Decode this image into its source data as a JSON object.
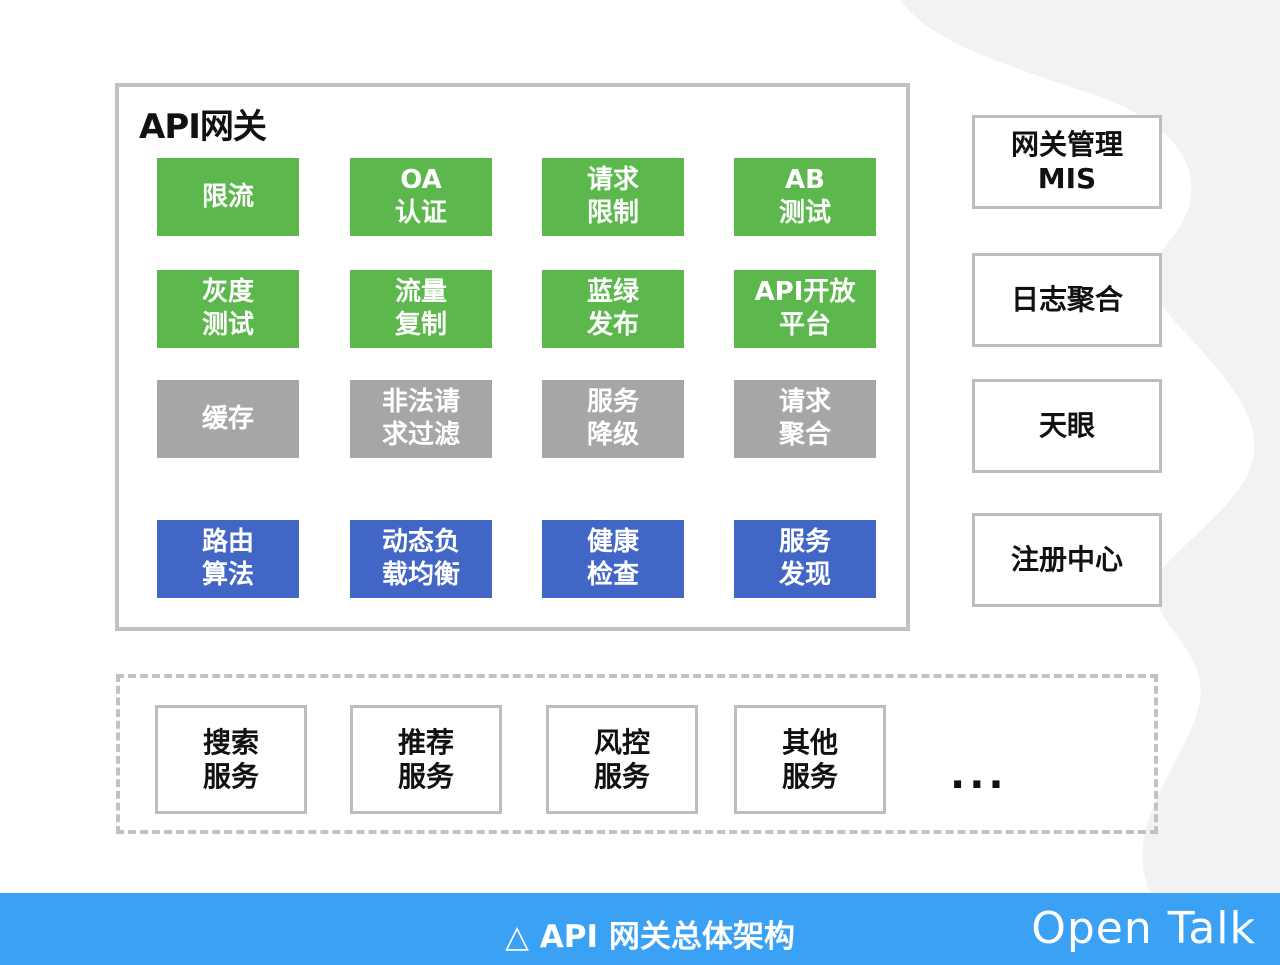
{
  "gateway": {
    "title": "API网关",
    "rows": [
      {
        "color": "green",
        "items": [
          "限流",
          "OA\n认证",
          "请求\n限制",
          "AB\n测试"
        ]
      },
      {
        "color": "green",
        "items": [
          "灰度\n测试",
          "流量\n复制",
          "蓝绿\n发布",
          "API开放\n平台"
        ]
      },
      {
        "color": "gray",
        "items": [
          "缓存",
          "非法请\n求过滤",
          "服务\n降级",
          "请求\n聚合"
        ]
      },
      {
        "color": "blue",
        "items": [
          "路由\n算法",
          "动态负\n载均衡",
          "健康\n检查",
          "服务\n发现"
        ]
      }
    ]
  },
  "side_boxes": [
    "网关管理\nMIS",
    "日志聚合",
    "天眼",
    "注册中心"
  ],
  "services": {
    "items": [
      "搜索\n服务",
      "推荐\n服务",
      "风控\n服务",
      "其他\n服务"
    ],
    "more": "..."
  },
  "footer": {
    "caption": "△ API 网关总体架构",
    "brand": "Open Talk"
  },
  "colors": {
    "green": "#5cb84c",
    "gray": "#a6a6a6",
    "blue": "#4166c6",
    "footer_bar": "#3ba1f5"
  }
}
